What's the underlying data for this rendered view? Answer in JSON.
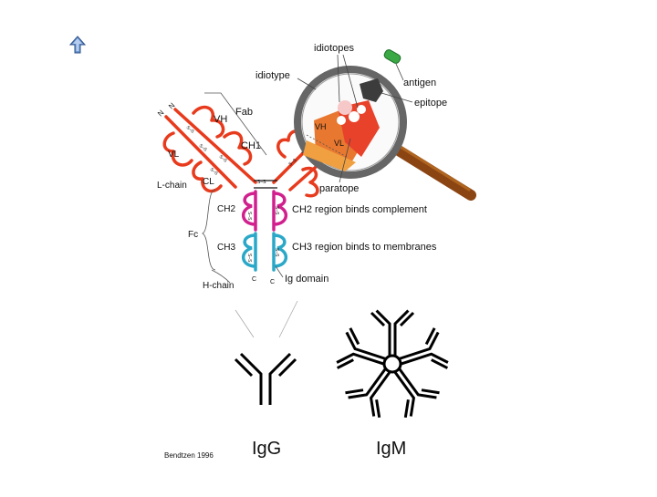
{
  "nav": {
    "up_icon": "arrow-up-icon"
  },
  "antibody": {
    "n_left": "N",
    "n_right": "N",
    "fab": "Fab",
    "vh": "VH",
    "ch1": "CH1",
    "vl": "VL",
    "l_chain": "L-chain",
    "cl": "CL",
    "fc": "Fc",
    "ch2": "CH2",
    "ch3": "CH3",
    "h_chain": "H-chain",
    "c_left": "C",
    "c_right": "C",
    "ch2_note": "CH2  region binds complement",
    "ch3_note": "CH3 region binds to membranes",
    "ig_domain": "Ig domain",
    "disulfide": "S–S"
  },
  "magnifier": {
    "idiotopes": "idiotopes",
    "idiotype": "idiotype",
    "antigen": "antigen",
    "epitope": "epitope",
    "paratope": "paratope",
    "vh": "VH",
    "vl": "VL"
  },
  "labels": {
    "igg": "IgG",
    "igm": "IgM",
    "credit": "Bendtzen 1996"
  },
  "colors": {
    "variable_region": "#e83a1c",
    "ch2_region": "#d1208e",
    "ch3_region": "#2aa8c8",
    "antigen": "#3aa845",
    "handle": "#8b4513"
  }
}
